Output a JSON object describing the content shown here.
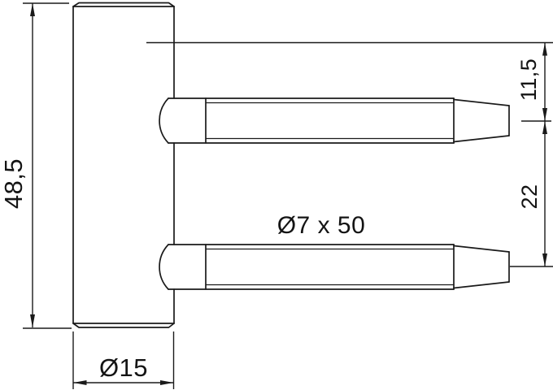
{
  "drawing": {
    "type": "technical-drawing",
    "subject": "screw-in hinge part, side view",
    "labels": {
      "body_height": "48,5",
      "body_diameter": "Ø15",
      "pin_spec": "Ø7 x 50",
      "top_pin_offset": "11,5",
      "pin_spacing": "22"
    },
    "colors": {
      "line": "#1a1a1a",
      "text": "#141414",
      "background": "#ffffff"
    }
  }
}
